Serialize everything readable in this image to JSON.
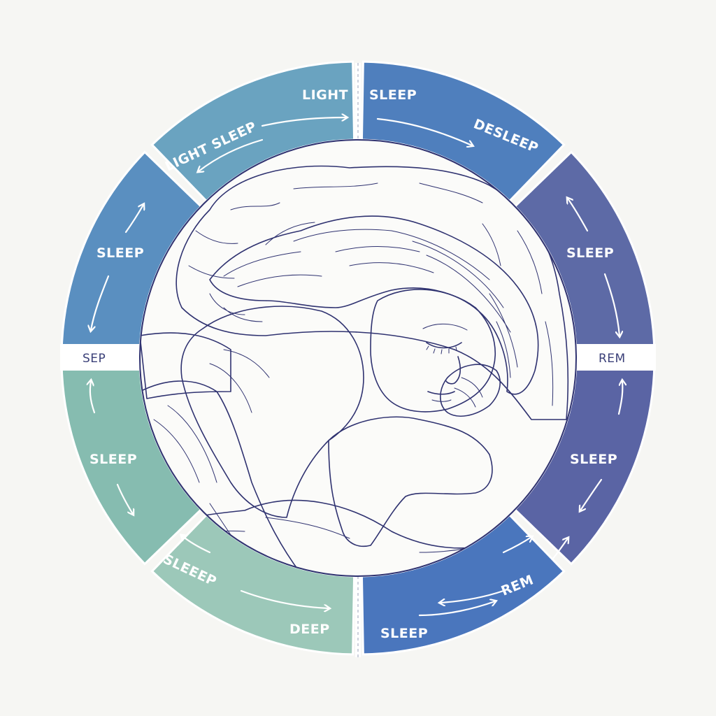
{
  "colors": {
    "background": "#f6f6f3",
    "ink": "#2f3270",
    "segment_top_left": "#6aa3c0",
    "segment_top_right": "#4f7fbd",
    "segment_left_upper": "#5a8fc0",
    "segment_right_upper": "#5d6aa6",
    "segment_left_lower": "#86bcb0",
    "segment_right_lower": "#5a64a4",
    "segment_bottom_left": "#9cc8b9",
    "segment_bottom_right": "#4a76bd"
  },
  "ring": {
    "top_left": {
      "label_outer": "LIGHT",
      "label_inner": "LIGHT SLEEP"
    },
    "top_right": {
      "label_outer": "SLEEP",
      "label_inner": "DESLEEP"
    },
    "left_upper": {
      "label": "SLEEP"
    },
    "left_divider": {
      "label": "SEP"
    },
    "left_lower": {
      "label": "SLEEP"
    },
    "bottom_left": {
      "label_inner": "SLEEEP",
      "label_outer": "DEEP"
    },
    "bottom_right": {
      "label_inner": "REM",
      "label_outer": "SLEEP"
    },
    "right_lower": {
      "label": "SLEEP"
    },
    "right_divider": {
      "label": "REM"
    },
    "right_upper": {
      "label": "SLEEP"
    }
  },
  "illustration": {
    "subject": "sleeping-woman-on-pillow"
  }
}
